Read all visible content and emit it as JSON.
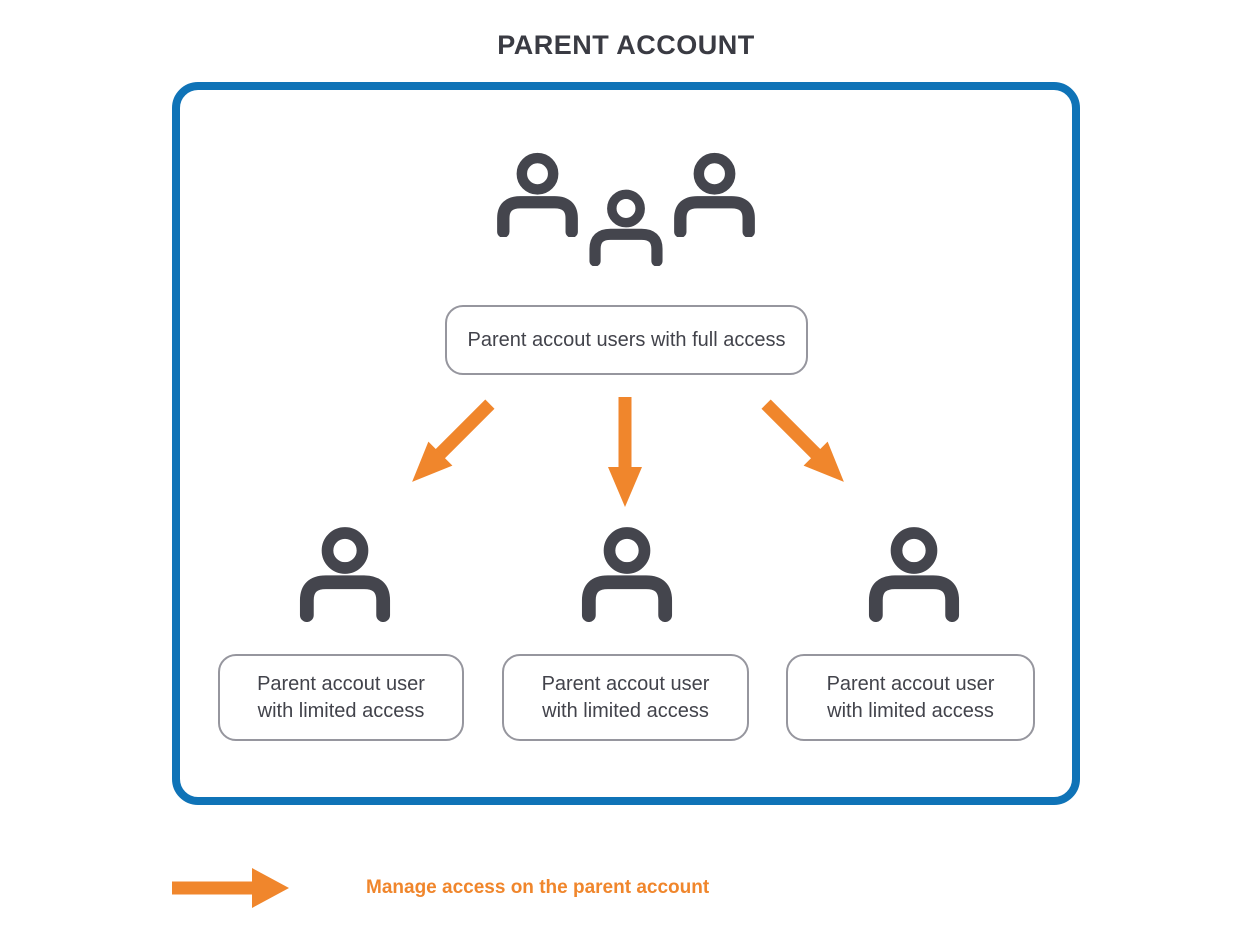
{
  "title": "PARENT ACCOUNT",
  "parent_box": {
    "group_icon": "users-group-icon",
    "full_access_label": "Parent accout users with full access",
    "limited_access_labels": [
      "Parent accout user with limited access",
      "Parent accout user with limited access",
      "Parent accout user with limited access"
    ]
  },
  "legend": {
    "arrow_icon": "orange-right-arrow-icon",
    "label": "Manage access on the parent account"
  },
  "colors": {
    "accent_orange": "#F0862C",
    "box_border_blue": "#0F73B7",
    "icon_gray": "#44454D",
    "label_border_gray": "#96969E",
    "title_text": "#3A3B43",
    "label_text": "#42434B"
  }
}
